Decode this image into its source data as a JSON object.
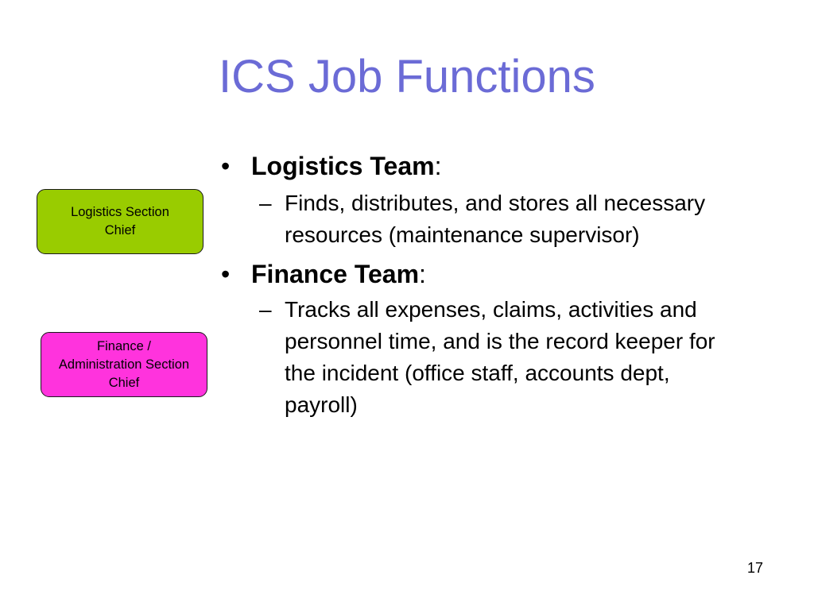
{
  "slide": {
    "title": "ICS Job Functions",
    "page_number": "17"
  },
  "boxes": [
    {
      "label": "Logistics Section\nChief",
      "color": "#99cc00"
    },
    {
      "label": "Finance /\nAdministration Section\nChief",
      "color": "#ff33dd"
    }
  ],
  "bullets": [
    {
      "marker": "•",
      "term": "Logistics Team",
      "suffix": ":",
      "sub_marker": "–",
      "sub": "Finds, distributes, and stores all necessary resources (maintenance supervisor)"
    },
    {
      "marker": "•",
      "term": "Finance Team",
      "suffix": ":",
      "sub_marker": "–",
      "sub": "Tracks all expenses, claims, activities and personnel time, and is the record keeper for the incident (office staff, accounts dept, payroll)"
    }
  ],
  "colors": {
    "title": "#6b6bd6",
    "logistics_box": "#99cc00",
    "finance_box": "#ff33dd"
  }
}
